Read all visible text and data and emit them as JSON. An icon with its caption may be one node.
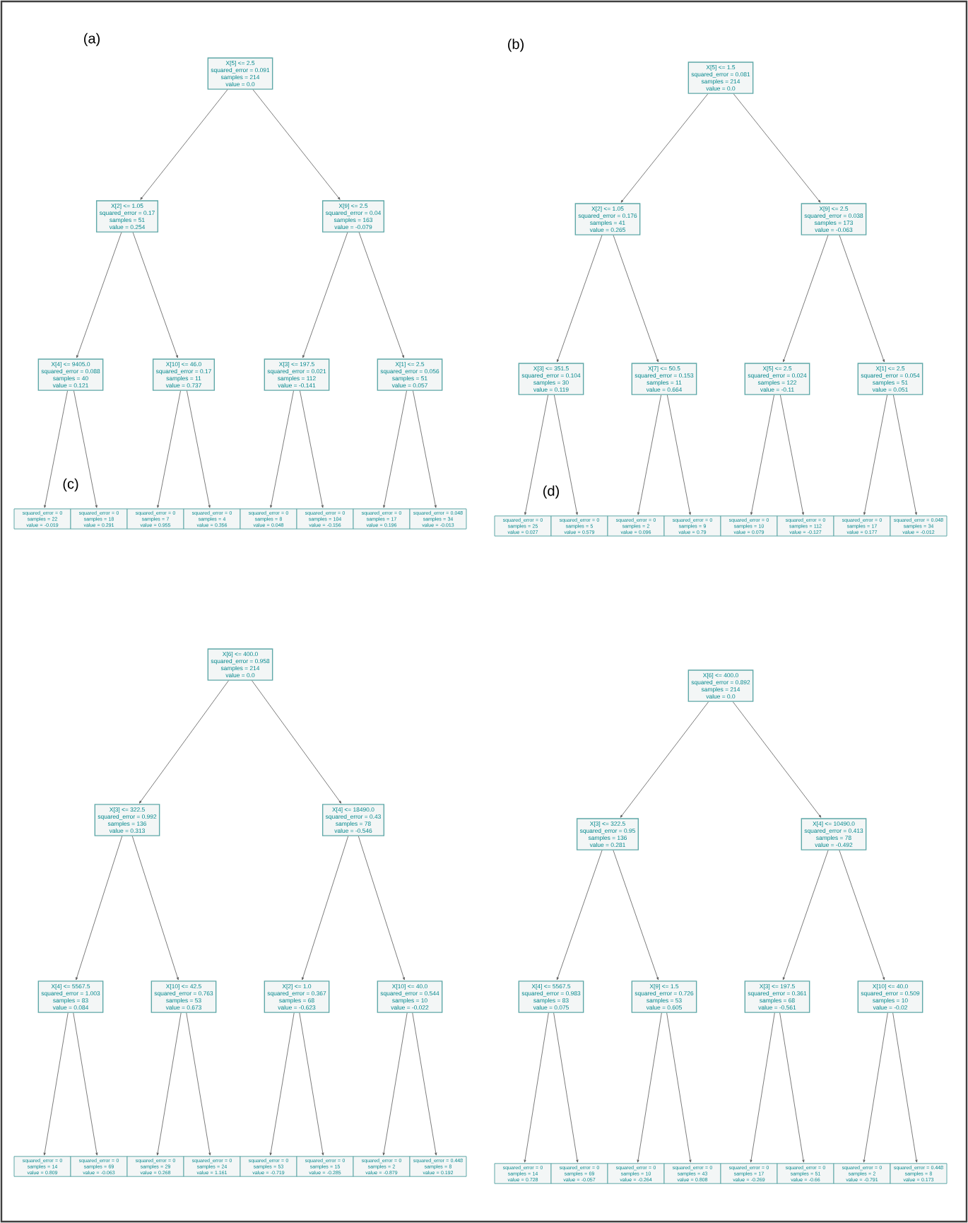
{
  "diagram": {
    "nodes": [
      {
        "text": [
          "X[5] <= 2.5",
          "squared_error = 0.091",
          "samples = 214",
          "value = 0.0"
        ]
      },
      {
        "text": [
          "X[2] <= 1.05",
          "squared_error = 0.17",
          "samples = 51",
          "value = 0.254"
        ]
      },
      {
        "text": [
          "X[9] <= 2.5",
          "squared_error = 0.04",
          "samples = 163",
          "value = -0.079"
        ]
      },
      {
        "text": [
          "X[4] <= 9405.0",
          "squared_error = 0.088",
          "samples = 40",
          "value = 0.121"
        ]
      },
      {
        "text": [
          "X[10] <= 46.0",
          "squared_error = 0.17",
          "samples = 11",
          "value = 0.737"
        ]
      },
      {
        "text": [
          "X[3] <= 197.5",
          "squared_error = 0.021",
          "samples = 112",
          "value = -0.141"
        ]
      },
      {
        "text": [
          "X[1] <= 2.5",
          "squared_error = 0.056",
          "samples = 51",
          "value = 0.057"
        ]
      },
      {
        "text": [
          "squared_error = 0",
          "samples = 22",
          "value = -0.019"
        ]
      },
      {
        "text": [
          "squared_error = 0",
          "samples = 18",
          "value = 0.291"
        ]
      },
      {
        "text": [
          "squared_error = 0",
          "samples = 7",
          "value = 0.955"
        ]
      },
      {
        "text": [
          "squared_error = 0",
          "samples = 4",
          "value = 0.356"
        ]
      },
      {
        "text": [
          "squared_error = 0",
          "samples = 8",
          "value = 0.048"
        ]
      },
      {
        "text": [
          "squared_error = 0",
          "samples = 104",
          "value = -0.156"
        ]
      },
      {
        "text": [
          "squared_error = 0",
          "samples = 17",
          "value = 0.196"
        ]
      },
      {
        "text": [
          "squared_error = 0.048",
          "samples = 34",
          "value = -0.013"
        ]
      },
      {
        "text": [
          "X[5] <= 1.5",
          "squared_error = 0.081",
          "samples = 214",
          "value = 0.0"
        ]
      },
      {
        "text": [
          "X[2] <= 1.05",
          "squared_error = 0.176",
          "samples = 41",
          "value = 0.265"
        ]
      },
      {
        "text": [
          "X[9] <= 2.5",
          "squared_error = 0.038",
          "samples = 173",
          "value = -0.063"
        ]
      },
      {
        "text": [
          "X[3] <= 351.5",
          "squared_error = 0.104",
          "samples = 30",
          "value = 0.119"
        ]
      },
      {
        "text": [
          "X[7] <= 50.5",
          "squared_error = 0.153",
          "samples = 11",
          "value = 0.664"
        ]
      },
      {
        "text": [
          "X[5] <= 2.5",
          "squared_error = 0.024",
          "samples = 122",
          "value = -0.11"
        ]
      },
      {
        "text": [
          "X[1] <= 2.5",
          "squared_error = 0.054",
          "samples = 51",
          "value = 0.051"
        ]
      },
      {
        "text": [
          "squared_error = 0",
          "samples = 25",
          "value = 0.027"
        ]
      },
      {
        "text": [
          "squared_error = 0",
          "samples = 5",
          "value = 0.579"
        ]
      },
      {
        "text": [
          "squared_error = 0",
          "samples = 2",
          "value = 0.096"
        ]
      },
      {
        "text": [
          "squared_error = 0",
          "samples = 9",
          "value = 0.79"
        ]
      },
      {
        "text": [
          "squared_error = 0",
          "samples = 10",
          "value = 0.079"
        ]
      },
      {
        "text": [
          "squared_error = 0",
          "samples = 112",
          "value = -0.127"
        ]
      },
      {
        "text": [
          "squared_error = 0",
          "samples = 17",
          "value = 0.177"
        ]
      },
      {
        "text": [
          "squared_error = 0.048",
          "samples = 34",
          "value = -0.012"
        ]
      },
      {
        "text": [
          "X[6] <= 400.0",
          "squared_error = 0.958",
          "samples = 214",
          "value = 0.0"
        ]
      },
      {
        "text": [
          "X[3] <= 322.5",
          "squared_error = 0.992",
          "samples = 136",
          "value = 0.313"
        ]
      },
      {
        "text": [
          "X[4] <= 18490.0",
          "squared_error = 0.43",
          "samples = 78",
          "value = -0.546"
        ]
      },
      {
        "text": [
          "X[4] <= 5567.5",
          "squared_error = 1.003",
          "samples = 83",
          "value = 0.084"
        ]
      },
      {
        "text": [
          "X[10] <= 42.5",
          "squared_error = 0.763",
          "samples = 53",
          "value = 0.673"
        ]
      },
      {
        "text": [
          "X[2] <= 1.0",
          "squared_error = 0.367",
          "samples = 68",
          "value = -0.623"
        ]
      },
      {
        "text": [
          "X[10] <= 40.0",
          "squared_error = 0.544",
          "samples = 10",
          "value = -0.022"
        ]
      },
      {
        "text": [
          "squared_error = 0",
          "samples = 14",
          "value = 0.809"
        ]
      },
      {
        "text": [
          "squared_error = 0",
          "samples = 69",
          "value = -0.063"
        ]
      },
      {
        "text": [
          "squared_error = 0",
          "samples = 29",
          "value = 0.268"
        ]
      },
      {
        "text": [
          "squared_error = 0",
          "samples = 24",
          "value = 1.161"
        ]
      },
      {
        "text": [
          "squared_error = 0",
          "samples = 53",
          "value = -0.719"
        ]
      },
      {
        "text": [
          "squared_error = 0",
          "samples = 15",
          "value = -0.285"
        ]
      },
      {
        "text": [
          "squared_error = 0",
          "samples = 2",
          "value = -0.879"
        ]
      },
      {
        "text": [
          "squared_error = 0.448",
          "samples = 8",
          "value = 0.192"
        ]
      },
      {
        "text": [
          "X[6] <= 400.0",
          "squared_error = 0.892",
          "samples = 214",
          "value = 0.0"
        ]
      },
      {
        "text": [
          "X[3] <= 322.5",
          "squared_error = 0.95",
          "samples = 136",
          "value = 0.281"
        ]
      },
      {
        "text": [
          "X[4] <= 10490.0",
          "squared_error = 0.413",
          "samples = 78",
          "value = -0.492"
        ]
      },
      {
        "text": [
          "X[4] <= 5567.5",
          "squared_error = 0.983",
          "samples = 83",
          "value = 0.075"
        ]
      },
      {
        "text": [
          "X[9] <= 1.5",
          "squared_error = 0.726",
          "samples = 53",
          "value = 0.605"
        ]
      },
      {
        "text": [
          "X[3] <= 197.5",
          "squared_error = 0.361",
          "samples = 68",
          "value = -0.561"
        ]
      },
      {
        "text": [
          "X[10] <= 40.0",
          "squared_error = 0.509",
          "samples = 10",
          "value = -0.02"
        ]
      },
      {
        "text": [
          "squared_error = 0",
          "samples = 14",
          "value = 0.728"
        ]
      },
      {
        "text": [
          "squared_error = 0",
          "samples = 69",
          "value = -0.057"
        ]
      },
      {
        "text": [
          "squared_error = 0",
          "samples = 10",
          "value = -0.264"
        ]
      },
      {
        "text": [
          "squared_error = 0",
          "samples = 43",
          "value = 0.808"
        ]
      },
      {
        "text": [
          "squared_error = 0",
          "samples = 17",
          "value = -0.269"
        ]
      },
      {
        "text": [
          "squared_error = 0",
          "samples = 51",
          "value = -0.66"
        ]
      },
      {
        "text": [
          "squared_error = 0",
          "samples = 2",
          "value = -0.791"
        ]
      },
      {
        "text": [
          "squared_error = 0.448",
          "samples = 8",
          "value = 0.173"
        ]
      }
    ],
    "edges": [
      {
        "from": 0,
        "to": 1,
        "arrow": "to"
      },
      {
        "from": 0,
        "to": 2,
        "arrow": "to"
      },
      {
        "from": 1,
        "to": 3,
        "arrow": "to"
      },
      {
        "from": 1,
        "to": 4,
        "arrow": "to"
      },
      {
        "from": 2,
        "to": 5,
        "arrow": "to"
      },
      {
        "from": 2,
        "to": 6,
        "arrow": "to"
      },
      {
        "from": 3,
        "to": 7,
        "arrow": "to"
      },
      {
        "from": 3,
        "to": 8,
        "arrow": "to"
      },
      {
        "from": 4,
        "to": 9,
        "arrow": "to"
      },
      {
        "from": 4,
        "to": 10,
        "arrow": "to"
      },
      {
        "from": 5,
        "to": 11,
        "arrow": "to"
      },
      {
        "from": 5,
        "to": 12,
        "arrow": "to"
      },
      {
        "from": 6,
        "to": 13,
        "arrow": "to"
      },
      {
        "from": 6,
        "to": 14,
        "arrow": "to"
      },
      {
        "from": 15,
        "to": 16,
        "arrow": "to"
      },
      {
        "from": 15,
        "to": 17,
        "arrow": "to"
      },
      {
        "from": 16,
        "to": 18,
        "arrow": "to"
      },
      {
        "from": 16,
        "to": 19,
        "arrow": "to"
      },
      {
        "from": 17,
        "to": 20,
        "arrow": "to"
      },
      {
        "from": 17,
        "to": 21,
        "arrow": "to"
      },
      {
        "from": 18,
        "to": 22,
        "arrow": "to"
      },
      {
        "from": 18,
        "to": 23,
        "arrow": "to"
      },
      {
        "from": 19,
        "to": 24,
        "arrow": "to"
      },
      {
        "from": 19,
        "to": 25,
        "arrow": "to"
      },
      {
        "from": 20,
        "to": 26,
        "arrow": "to"
      },
      {
        "from": 20,
        "to": 27,
        "arrow": "to"
      },
      {
        "from": 21,
        "to": 28,
        "arrow": "to"
      },
      {
        "from": 21,
        "to": 29,
        "arrow": "to"
      },
      {
        "from": 30,
        "to": 31,
        "arrow": "to"
      },
      {
        "from": 30,
        "to": 32,
        "arrow": "to"
      },
      {
        "from": 31,
        "to": 33,
        "arrow": "to"
      },
      {
        "from": 31,
        "to": 34,
        "arrow": "to"
      },
      {
        "from": 32,
        "to": 35,
        "arrow": "to"
      },
      {
        "from": 32,
        "to": 36,
        "arrow": "to"
      },
      {
        "from": 33,
        "to": 37,
        "arrow": "to"
      },
      {
        "from": 33,
        "to": 38,
        "arrow": "to"
      },
      {
        "from": 34,
        "to": 39,
        "arrow": "to"
      },
      {
        "from": 34,
        "to": 40,
        "arrow": "to"
      },
      {
        "from": 35,
        "to": 41,
        "arrow": "to"
      },
      {
        "from": 35,
        "to": 42,
        "arrow": "to"
      },
      {
        "from": 36,
        "to": 43,
        "arrow": "to"
      },
      {
        "from": 36,
        "to": 44,
        "arrow": "to"
      },
      {
        "from": 45,
        "to": 46,
        "arrow": "to"
      },
      {
        "from": 45,
        "to": 47,
        "arrow": "to"
      },
      {
        "from": 46,
        "to": 48,
        "arrow": "to"
      },
      {
        "from": 46,
        "to": 49,
        "arrow": "to"
      },
      {
        "from": 47,
        "to": 50,
        "arrow": "to"
      },
      {
        "from": 47,
        "to": 51,
        "arrow": "to"
      },
      {
        "from": 48,
        "to": 52,
        "arrow": "to"
      },
      {
        "from": 48,
        "to": 53,
        "arrow": "to"
      },
      {
        "from": 49,
        "to": 54,
        "arrow": "to"
      },
      {
        "from": 49,
        "to": 55,
        "arrow": "to"
      },
      {
        "from": 50,
        "to": 56,
        "arrow": "to"
      },
      {
        "from": 50,
        "to": 57,
        "arrow": "to"
      },
      {
        "from": 51,
        "to": 58,
        "arrow": "to"
      },
      {
        "from": 51,
        "to": 59,
        "arrow": "to"
      }
    ],
    "labels": [
      "(a)",
      "(b)",
      "(c)",
      "(d)"
    ]
  }
}
